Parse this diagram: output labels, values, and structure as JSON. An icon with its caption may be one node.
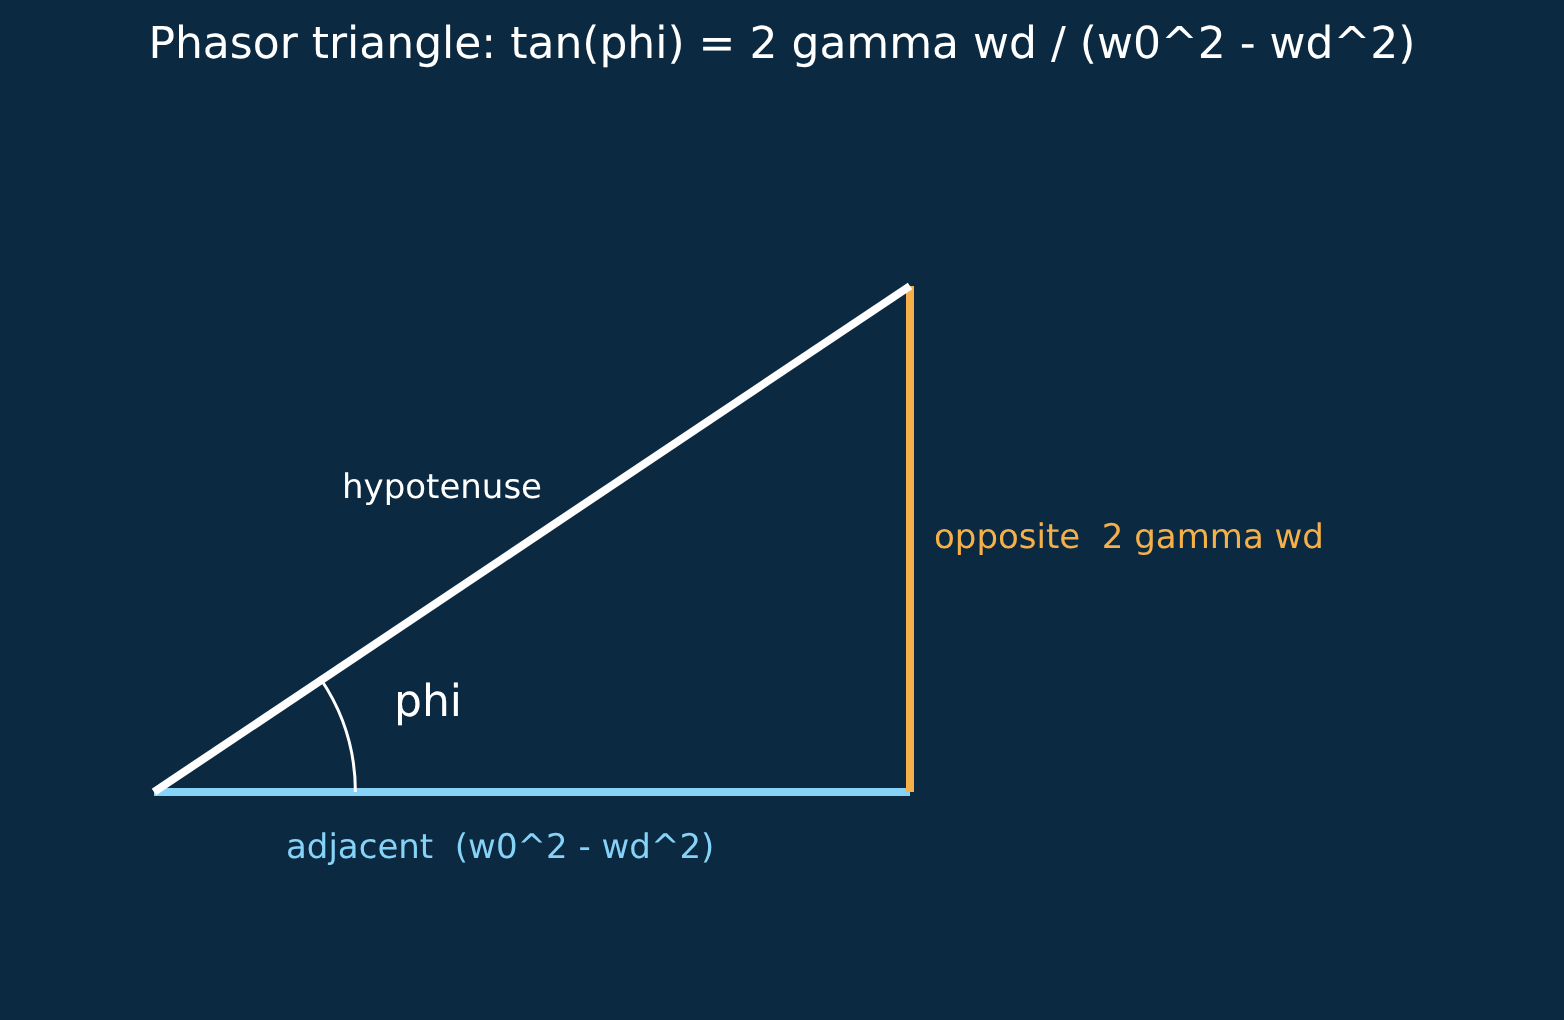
{
  "diagram": {
    "title": "Phasor triangle: tan(phi) = 2 gamma wd / (w0^2 - wd^2)",
    "labels": [
      "hypotenuse",
      "phi",
      "opposite  2 gamma wd",
      "adjacent  (w0^2 - wd^2)"
    ]
  }
}
